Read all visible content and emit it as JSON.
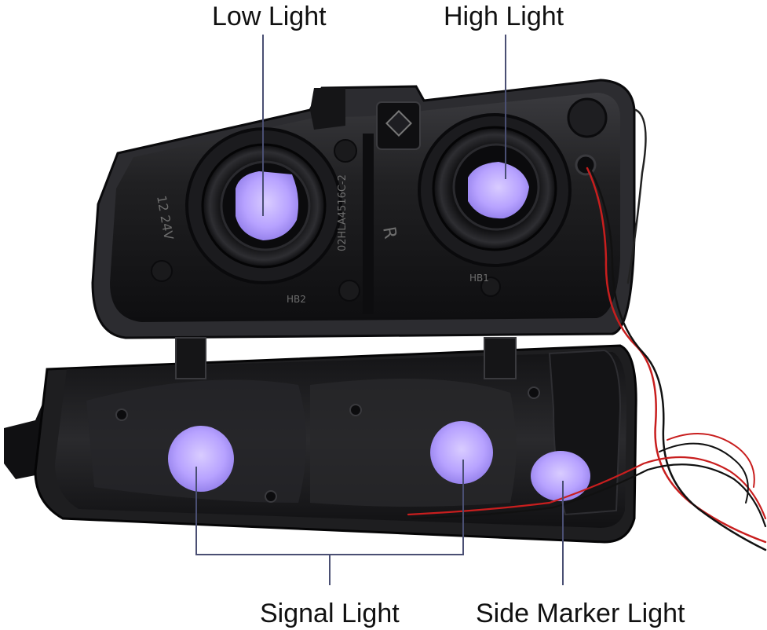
{
  "labels": {
    "low_light": "Low Light",
    "high_light": "High Light",
    "signal_light": "Signal Light",
    "side_marker_light": "Side Marker Light"
  },
  "housing_markings": {
    "voltage": "12\n24V",
    "part_code": "02HLA4516C-2",
    "side": "R",
    "hb": "HB2",
    "hb1": "HB1"
  },
  "colors": {
    "lamp_glow": "#b9a6ff",
    "housing": "#1b1b1d",
    "pointer_line": "#4a4f73",
    "wire_red": "#c81e1e",
    "wire_black": "#111111"
  }
}
